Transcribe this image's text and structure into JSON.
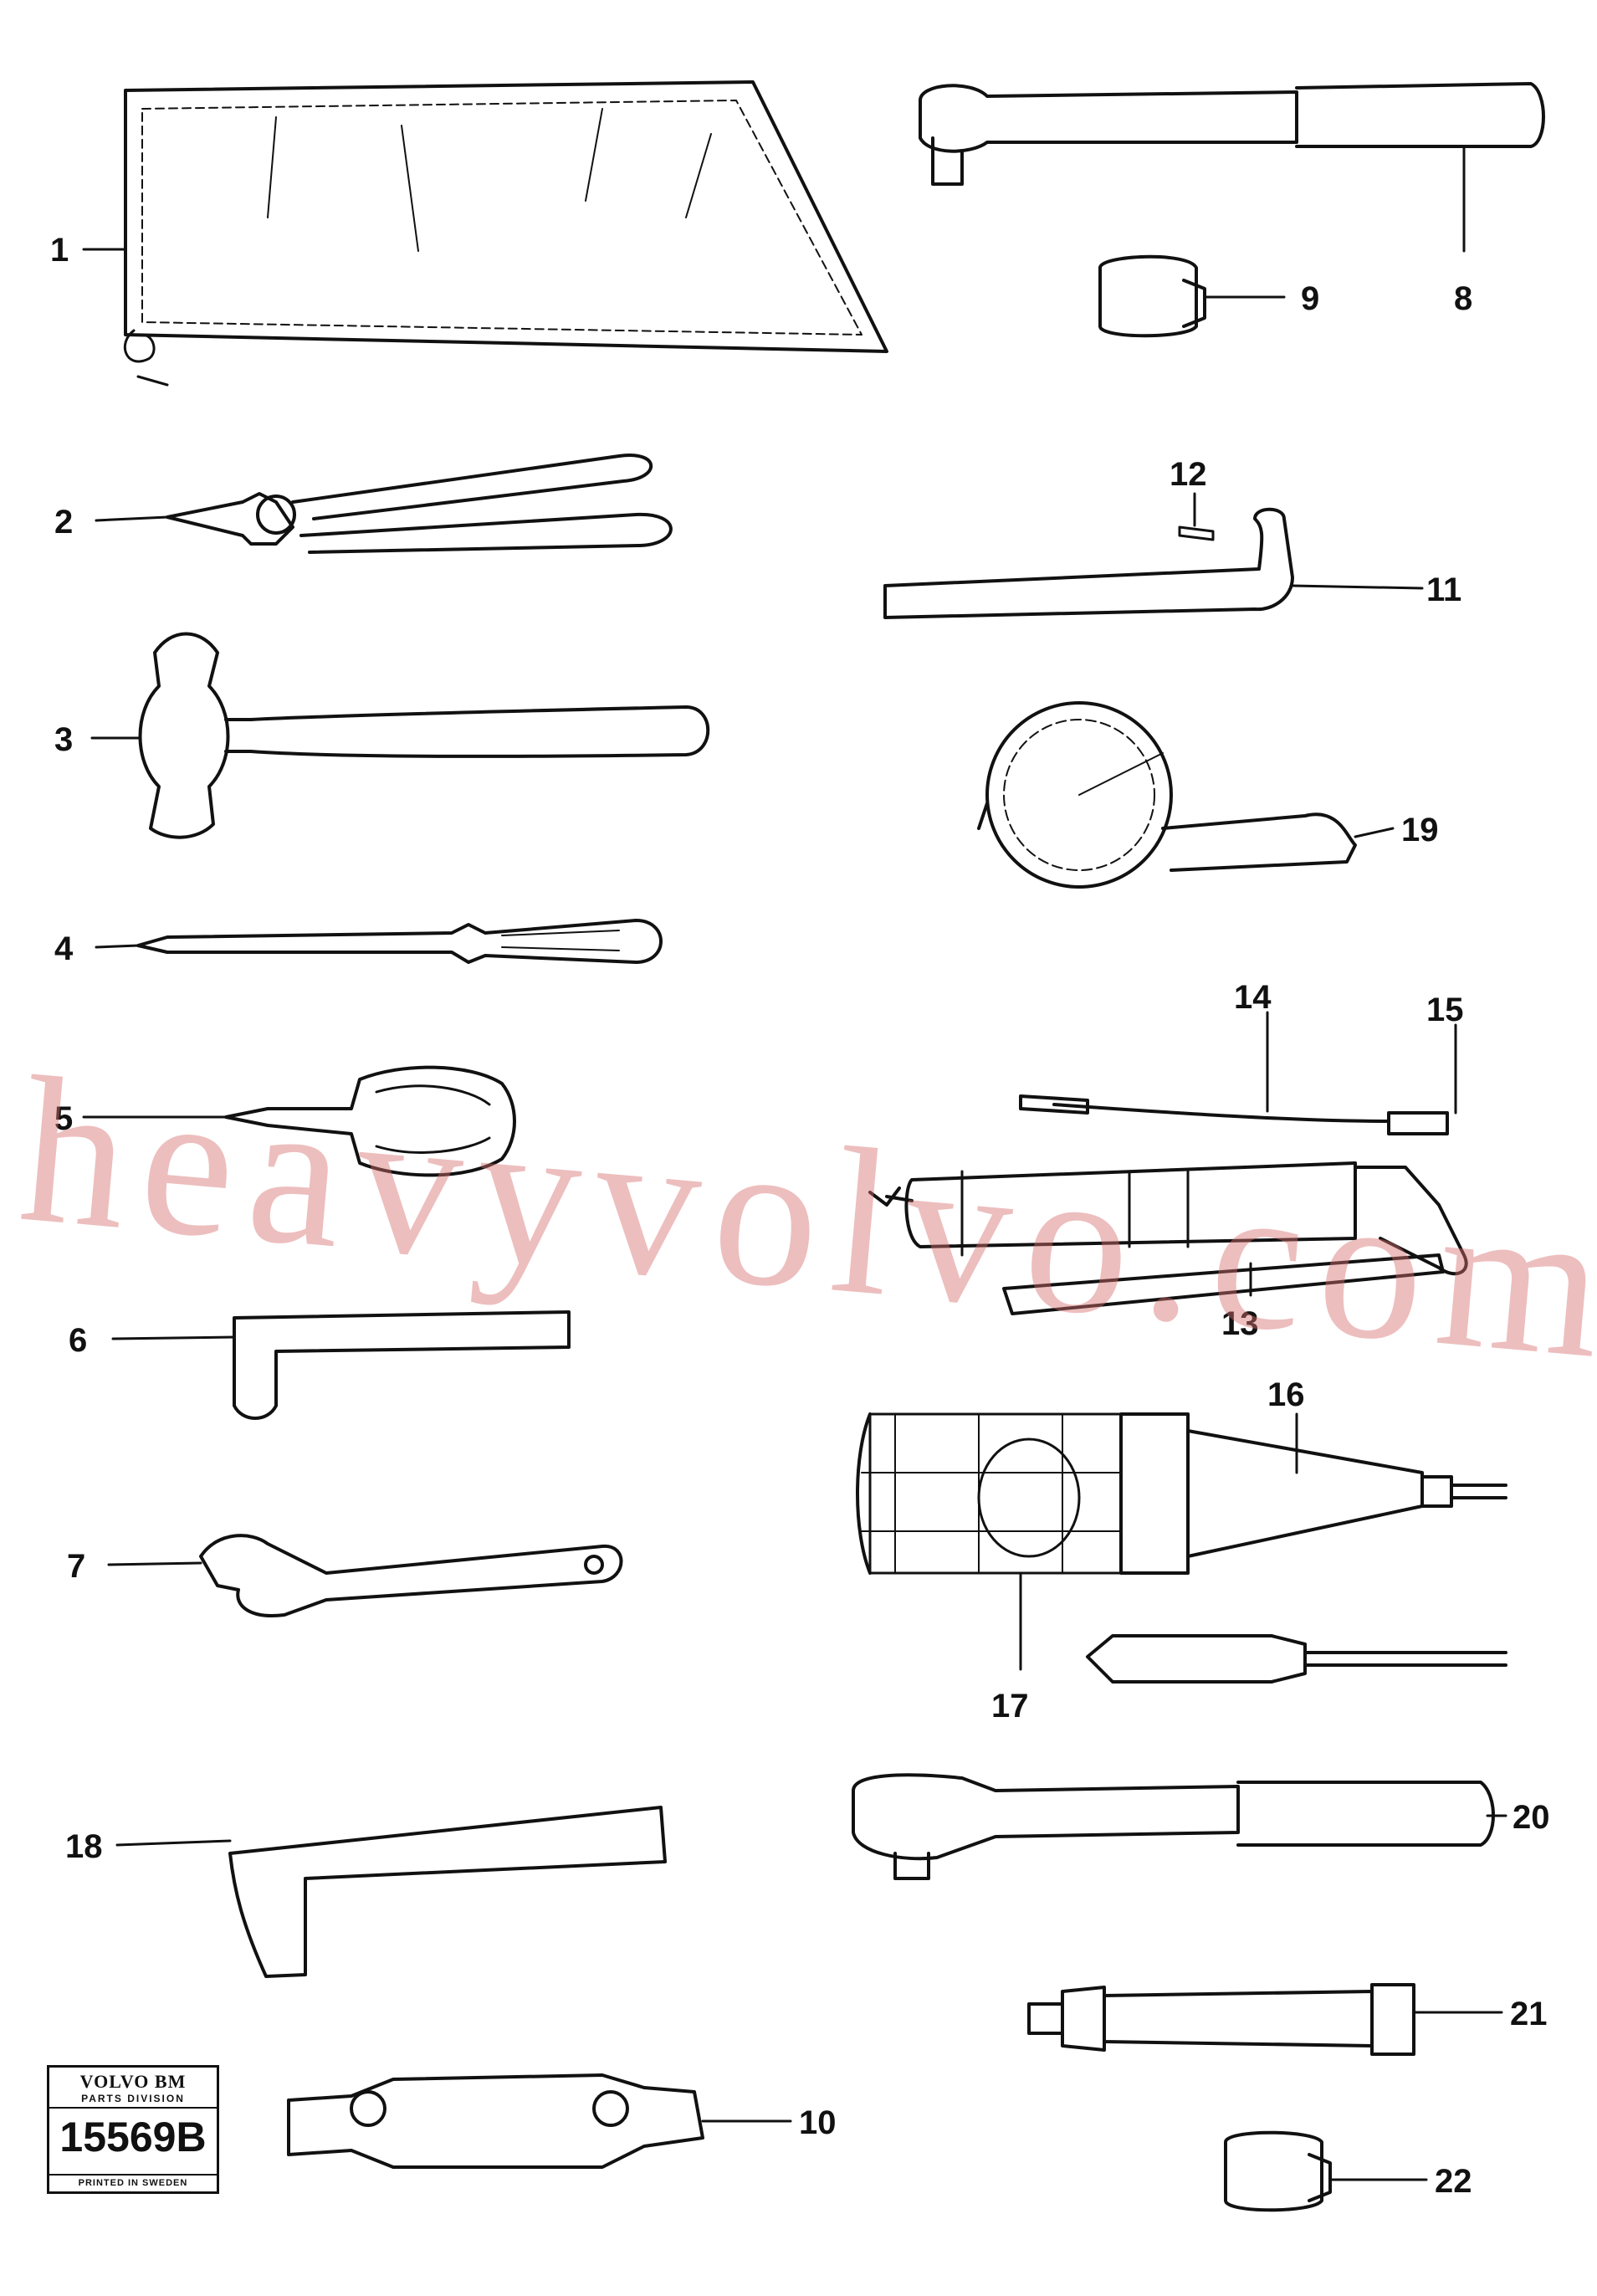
{
  "labels": {
    "l1": "1",
    "l2": "2",
    "l3": "3",
    "l4": "4",
    "l5": "5",
    "l6": "6",
    "l7": "7",
    "l8": "8",
    "l9": "9",
    "l10": "10",
    "l11": "11",
    "l12": "12",
    "l13": "13",
    "l14": "14",
    "l15": "15",
    "l16": "16",
    "l17": "17",
    "l18": "18",
    "l19": "19",
    "l20": "20",
    "l21": "21",
    "l22": "22"
  },
  "stamp": {
    "brand": "VOLVO BM",
    "division": "PARTS DIVISION",
    "number": "15569B",
    "printed": "PRINTED IN SWEDEN"
  },
  "watermark": "heavyvolvo.com"
}
